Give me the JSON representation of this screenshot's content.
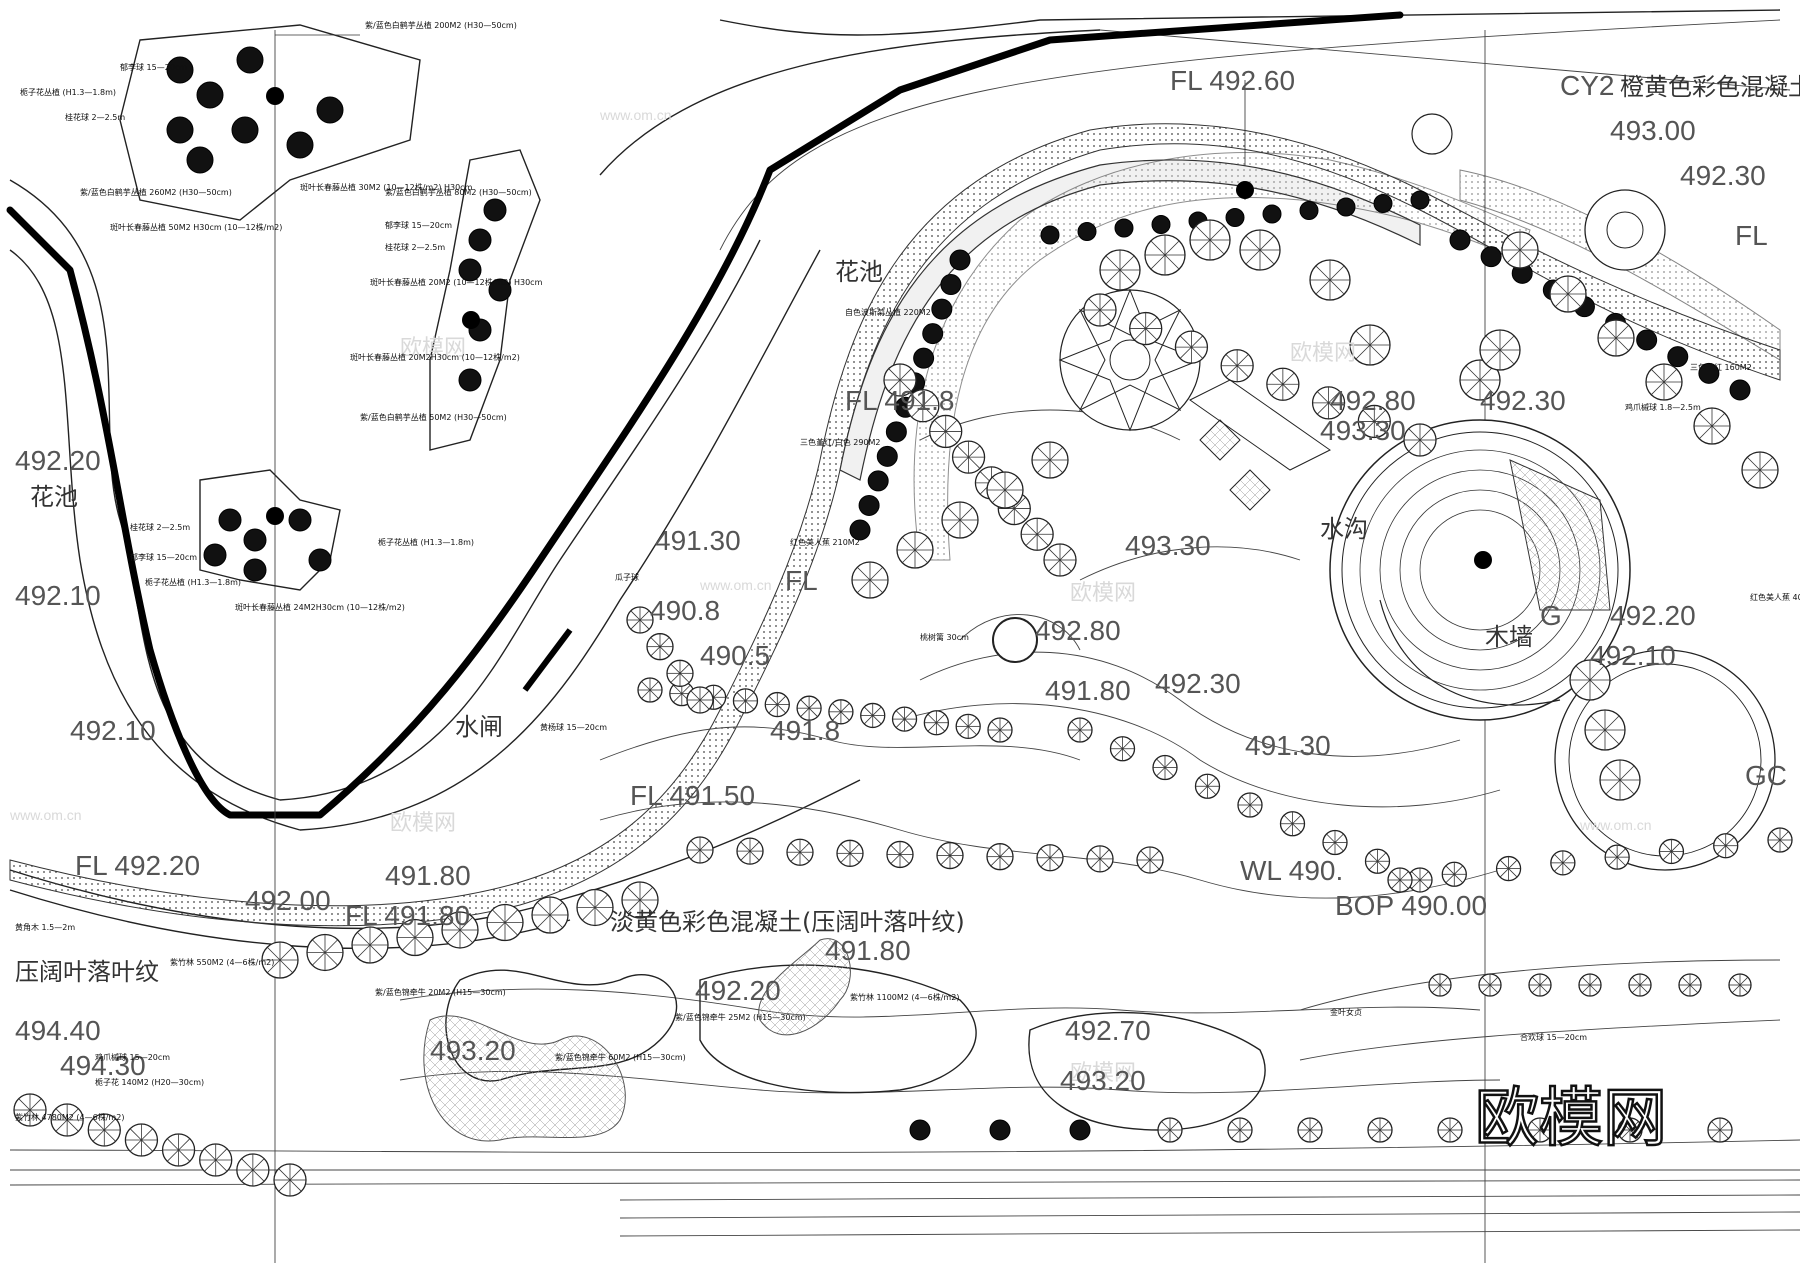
{
  "plan": {
    "elevations": [
      "FL 492.60",
      "CY2",
      "493.00",
      "492.30",
      "FL",
      "492.20",
      "492.10",
      "492.10",
      "491.30",
      "492.80",
      "492.30",
      "493.30",
      "493.30",
      "FL 491.8",
      "492.80",
      "491.80",
      "492.30",
      "491.30",
      "FL 491.50",
      "FL 492.20",
      "492.00",
      "491.80",
      "FL 491.80",
      "491.80",
      "492.20",
      "493.20",
      "494.40",
      "494.30",
      "492.70",
      "493.20",
      "WL 490.",
      "BOP 490.00",
      "GC",
      "492.10",
      "G",
      "492.20",
      "FL",
      "491.8",
      "490.8",
      "490.5"
    ],
    "labels": {
      "flower_pool": "花池",
      "yellow_concrete_top": "橙黄色彩色混凝土(",
      "yellow_concrete_path": "淡黄色彩色混凝土(压阔叶落叶纹)",
      "leaf_pattern": "压阔叶落叶纹",
      "water_gate": "水闸",
      "water_channel": "水沟",
      "wood_wall": "木墙",
      "pool_small": "花池"
    },
    "plant_notes": [
      "紫/蓝色白鹤芋丛植 200M2 (H30—50cm)",
      "栀子花丛植 (H1.3—1.8m)",
      "郁李球 15—20cm",
      "桂花球 2—2.5m",
      "紫/蓝色白鹤芋丛植 260M2 (H30—50cm)",
      "斑叶长春藤丛植 30M2 (10—12株/m2) H30cm",
      "斑叶长春藤丛植 50M2 H30cm (10—12株/m2)",
      "紫/蓝色白鹤芋丛植 80M2 (H30—50cm)",
      "郁李球 15—20cm",
      "桂花球 2—2.5m",
      "斑叶长春藤丛植 20M2 (10—12株/m2) H30cm",
      "斑叶长春藤丛植 20M2H30cm (10—12株/m2)",
      "紫/蓝色白鹤芋丛植 50M2 (H30—50cm)",
      "桂花球 2—2.5m",
      "郁李球 15—20cm",
      "栀子花丛植 (H1.3—1.8m)",
      "斑叶长春藤丛植 24M2H30cm (10—12株/m2)",
      "栀子花丛植 (H1.3—1.8m)",
      "瓜子球",
      "黄杨球 15—20cm",
      "紫竹林 550M2 (4—6株/m2)",
      "紫/蓝色锦牵牛 20M2 (H15—30cm)",
      "紫/蓝色锦牵牛 25M2 (H15—30cm)",
      "紫/蓝色锦牵牛 60M2 (H15—30cm)",
      "紫竹林 1100M2 (4—6株/m2)",
      "合欢球 15—20cm",
      "金叶女贞",
      "红色美人蕉 210M2",
      "三色堇红/白色 290M2",
      "自色波斯菊丛植 220M2",
      "桃树篱 30cm",
      "三色堇红 160M2",
      "鸡爪槭球 1.8—2.5m",
      "红色美人蕉 40M2",
      "黄角木 1.5—2m",
      "紫竹林 4780M2 (4—6株/m2)",
      "鸡爪槭球 15—20cm",
      "栀子花 140M2 (H20—30cm)"
    ],
    "watermarks": [
      "www.om.cn",
      "欧模网"
    ],
    "logo": "欧模网"
  }
}
